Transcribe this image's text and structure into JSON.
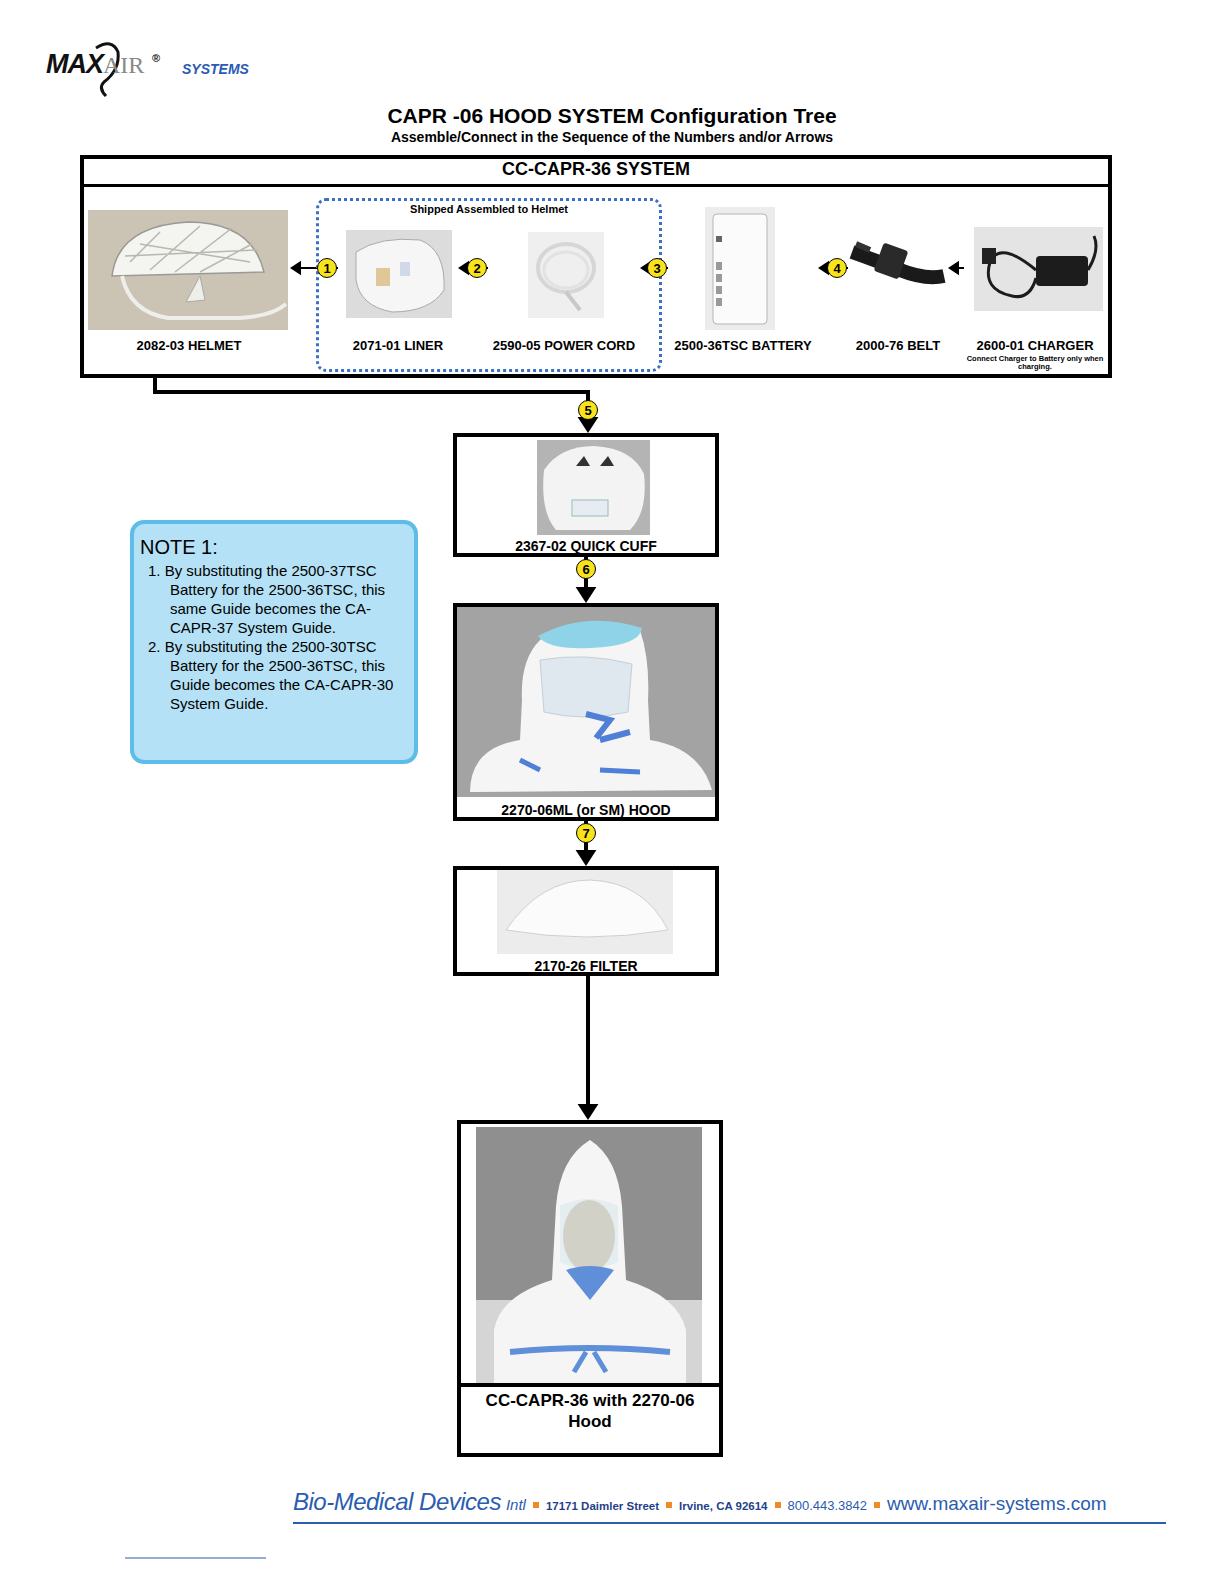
{
  "diagram": {
    "title": "CAPR -06 HOOD SYSTEM Configuration Tree",
    "nodes": [
      {
        "text": [
          "CC-CAPR-36 SYSTEM"
        ]
      },
      {
        "text": [
          "Shipped Assembled to Helmet"
        ],
        "in": 0
      },
      {
        "text": [
          "2082-03 HELMET"
        ],
        "in": 0
      },
      {
        "text": [
          "2071-01 LINER"
        ],
        "in": 1
      },
      {
        "text": [
          "2590-05 POWER CORD"
        ],
        "in": 1
      },
      {
        "text": [
          "2500-36TSC BATTERY"
        ],
        "in": 0
      },
      {
        "text": [
          "2000-76 BELT"
        ],
        "in": 0
      },
      {
        "text": [
          "2600-01 CHARGER",
          "Connect Charger to Battery only when charging."
        ],
        "in": 0
      },
      {
        "text": [
          "2367-02 QUICK CUFF"
        ]
      },
      {
        "text": [
          "2270-06ML (or SM) HOOD"
        ]
      },
      {
        "text": [
          "2170-26 FILTER"
        ]
      },
      {
        "text": [
          "CC-CAPR-36 with 2270-06 Hood"
        ]
      },
      {
        "text": [
          "NOTE 1:",
          "1. By substituting the 2500-37TSC Battery for the 2500-36TSC, this same Guide becomes the CA-CAPR-37 System Guide.",
          "2. By substituting the 2500-30TSC Battery for the 2500-36TSC, this Guide becomes the CA-CAPR-30 System Guide."
        ]
      }
    ],
    "edges": [
      {
        "from": 3,
        "to": 2,
        "label": "1",
        "arrow": "to"
      },
      {
        "from": 4,
        "to": 3,
        "label": "2",
        "arrow": "to"
      },
      {
        "from": 5,
        "to": 4,
        "label": "3",
        "arrow": "to"
      },
      {
        "from": 6,
        "to": 5,
        "label": "4",
        "arrow": "to"
      },
      {
        "from": 7,
        "to": 6,
        "arrow": "to"
      },
      {
        "from": 0,
        "to": 8,
        "label": "5",
        "arrow": "to"
      },
      {
        "from": 8,
        "to": 9,
        "label": "6",
        "arrow": "to"
      },
      {
        "from": 9,
        "to": 10,
        "label": "7",
        "arrow": "to"
      },
      {
        "from": 10,
        "to": 11,
        "arrow": "to"
      }
    ],
    "labels": [
      "MAX",
      "AIR",
      "®",
      "SYSTEMS",
      "Assemble/Connect in the Sequence of the Numbers and/or Arrows",
      "Bio-Medical Devices",
      "Intl",
      "17171 Daimler Street",
      "Irvine, CA 92614",
      "800.443.3842",
      "www.maxair-systems.com"
    ]
  }
}
